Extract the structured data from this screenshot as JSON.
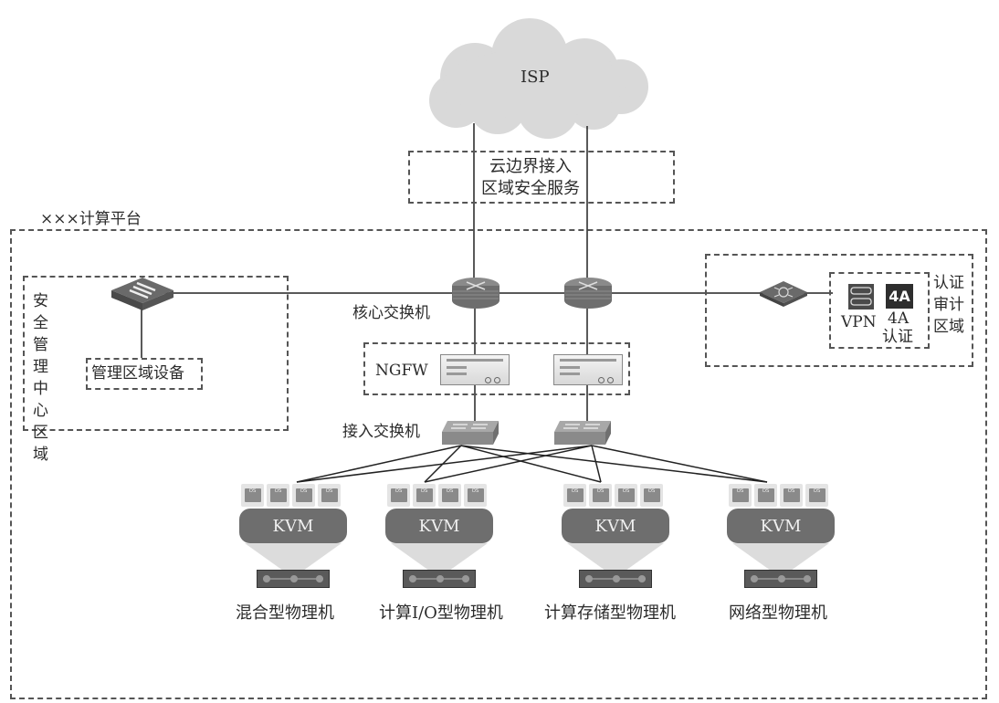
{
  "diagram": {
    "type": "network-architecture",
    "cloud": {
      "label": "ISP",
      "icon": "cloud-icon"
    },
    "cloud_edge_zone": {
      "label_line1": "云边界接入",
      "label_line2": "区域安全服务"
    },
    "platform": {
      "label": "×××计算平台"
    },
    "security_mgmt_zone": {
      "label_chars": [
        "安全",
        "管理",
        "中心",
        "区域"
      ],
      "device_icon": "management-switch-icon",
      "sub_box_label": "管理区域设备"
    },
    "core_switch": {
      "label": "核心交换机",
      "count": 2,
      "icon": "core-router-icon"
    },
    "ngfw": {
      "label": "NGFW",
      "count": 2,
      "icon": "firewall-appliance-icon"
    },
    "access_switch": {
      "label": "接入交换机",
      "count": 2,
      "icon": "access-switch-icon"
    },
    "auth_audit_zone": {
      "label_chars": [
        "认证",
        "审计",
        "区域"
      ],
      "device_icon": "gateway-switch-icon",
      "vpn": {
        "label": "VPN",
        "icon": "vpn-icon"
      },
      "auth4a": {
        "badge": "4A",
        "label_line1": "4A",
        "label_line2": "认证"
      }
    },
    "hosts": [
      {
        "hypervisor": "KVM",
        "vm_label": "OS",
        "vm_count": 4,
        "label": "混合型物理机"
      },
      {
        "hypervisor": "KVM",
        "vm_label": "OS",
        "vm_count": 4,
        "label": "计算I/O型物理机"
      },
      {
        "hypervisor": "KVM",
        "vm_label": "OS",
        "vm_count": 4,
        "label": "计算存储型物理机"
      },
      {
        "hypervisor": "KVM",
        "vm_label": "OS",
        "vm_count": 4,
        "label": "网络型物理机"
      }
    ],
    "colors": {
      "device_gray": "#7a7a7a",
      "kvm_fill": "#6e6e6e",
      "cloud_fill": "#d9d9d9",
      "line": "#222222",
      "dash": "#555555"
    }
  }
}
